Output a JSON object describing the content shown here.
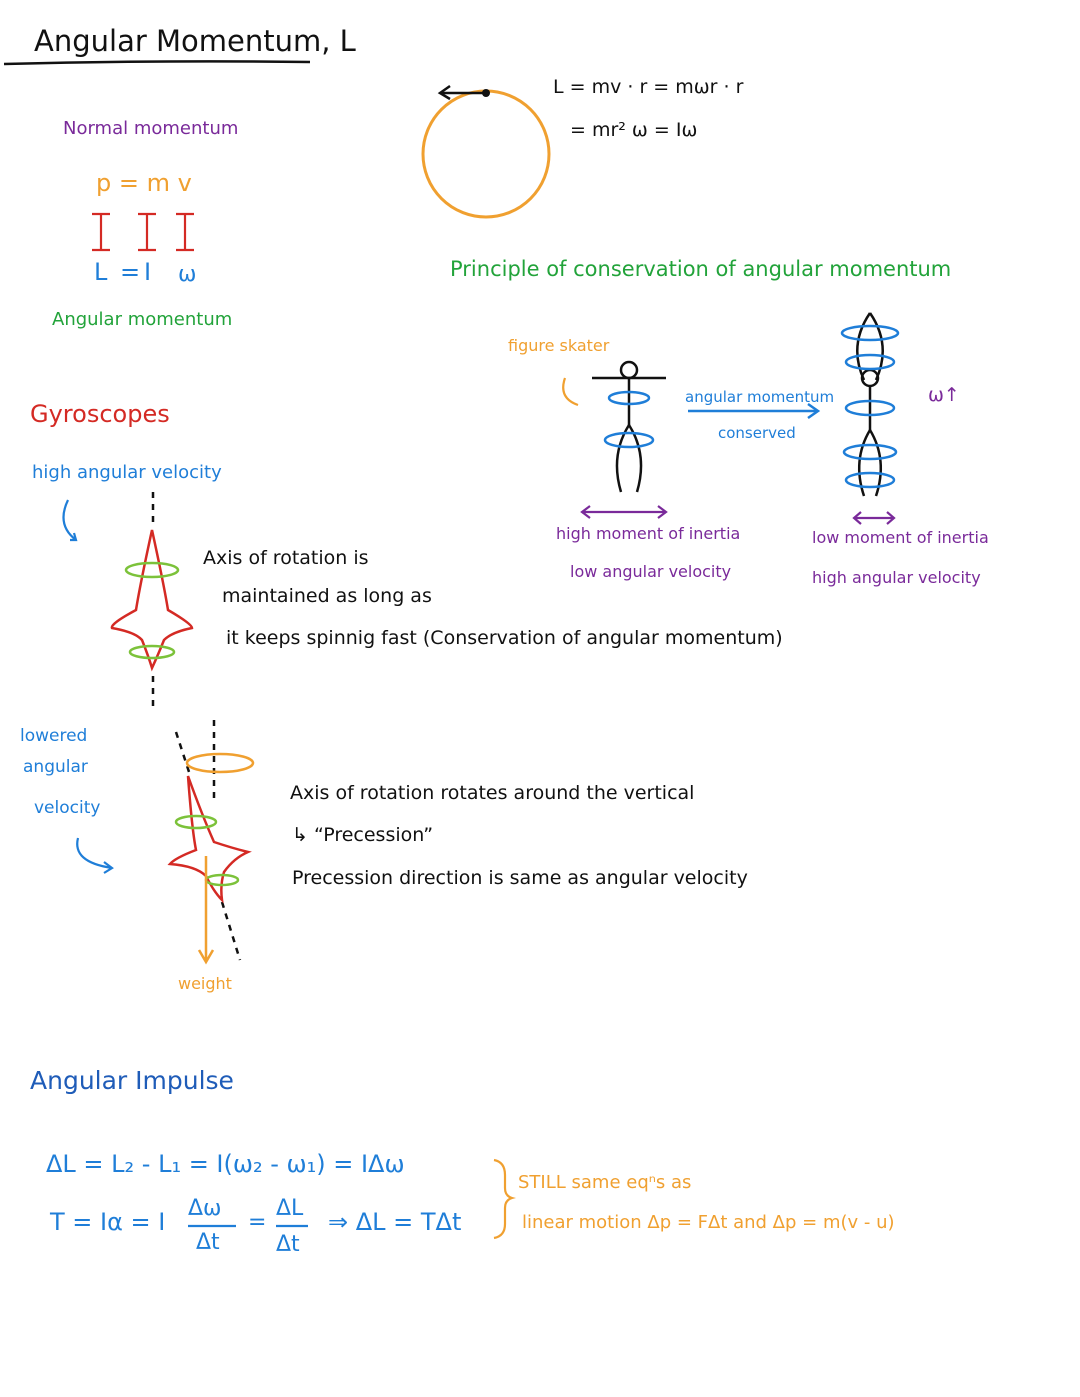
{
  "colors": {
    "black": "#111111",
    "purple": "#7a2a9a",
    "orange": "#f0a030",
    "red": "#d42a24",
    "blue": "#1f7ed8",
    "green": "#22a33a",
    "lime": "#7cc23a"
  },
  "title": "Angular Momentum, L",
  "intro": {
    "normal_momentum_label": "Normal momentum",
    "p_equation": "p = m v",
    "L_equation_L": "L",
    "L_equation_eq": "=",
    "L_equation_I": "I",
    "L_equation_w": "ω",
    "angular_momentum_label": "Angular momentum"
  },
  "circle_eq": {
    "line1": "L = mv · r  =  mωr · r",
    "line2": "= mr² ω = Iω"
  },
  "conservation": {
    "heading": "Principle of conservation of angular momentum",
    "skater_label": "figure skater",
    "arrow_top": "angular momentum",
    "arrow_bottom": "conserved",
    "omega_up": "ω↑",
    "left_line1": "high moment of inertia",
    "left_line2": "low angular velocity",
    "right_line1": "low moment of inertia",
    "right_line2": "high angular velocity"
  },
  "gyro": {
    "heading": "Gyroscopes",
    "high_label": "high angular velocity",
    "axis_line1": "Axis of rotation is",
    "axis_line2": "maintained as long as",
    "axis_line3": "it keeps spinnig fast (Conservation of angular momentum)",
    "lowered_line1": "lowered",
    "lowered_line2": "angular",
    "lowered_line3": "velocity",
    "weight_label": "weight",
    "prec_line1": "Axis of rotation rotates around the vertical",
    "prec_line2": "↳ “Precession”",
    "prec_line3": "Precession direction is same as angular velocity"
  },
  "impulse": {
    "heading": "Angular Impulse",
    "eq1": "ΔL = L₂ - L₁ = I(ω₂ - ω₁) = IΔω",
    "eq2_left": "T = Iα = I",
    "frac1_num": "Δω",
    "frac1_den": "Δt",
    "eq2_eq": "=",
    "frac2_num": "ΔL",
    "frac2_den": "Δt",
    "eq2_right": "⇒ ΔL = TΔt",
    "note_line1": "STILL same eqⁿs as",
    "note_line2": "linear motion   Δp = FΔt  and  Δp = m(v - u)"
  }
}
